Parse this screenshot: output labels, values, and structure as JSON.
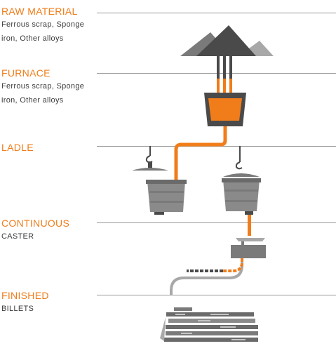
{
  "stages": [
    {
      "title": "RAW MATERIAL",
      "description": "Ferrous scrap, Sponge iron, Other alloys"
    },
    {
      "title": "FURNACE",
      "description": "Ferrous scrap, Sponge iron, Other alloys"
    },
    {
      "title": "LADLE",
      "description": ""
    },
    {
      "title": "CONTINUOUS",
      "description": "CASTER"
    },
    {
      "title": "FINISHED",
      "description": "BILLETS"
    }
  ],
  "colors": {
    "accent": "#f07d1a",
    "dark_gray": "#4a4a4a",
    "mid_gray": "#7a7a7a",
    "light_gray": "#a8a8a8",
    "rule": "#9a9a9a"
  }
}
